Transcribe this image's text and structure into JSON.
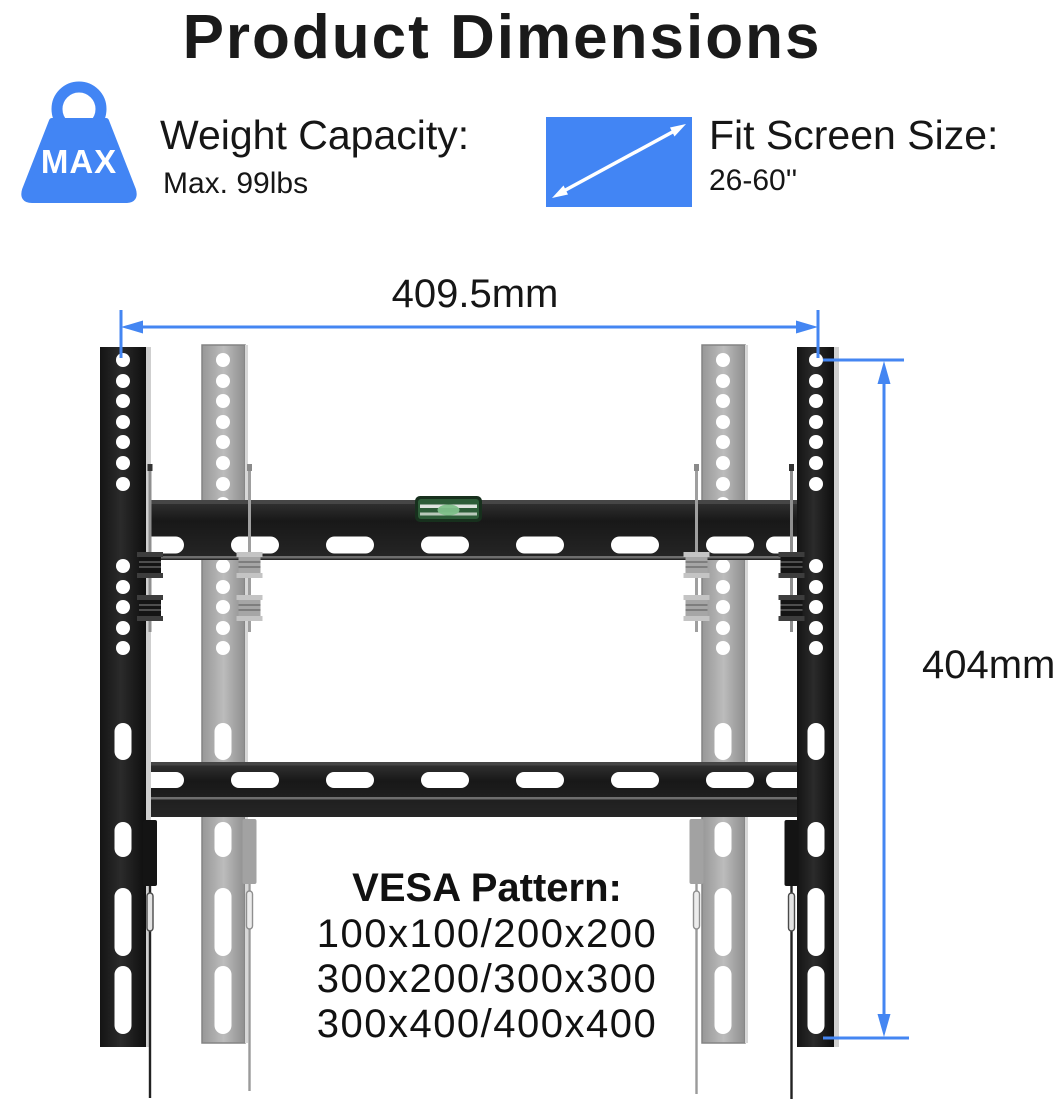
{
  "title": "Product Dimensions",
  "specs": {
    "weight": {
      "badge": "MAX",
      "label": "Weight Capacity:",
      "value": "Max. 99lbs"
    },
    "screen": {
      "label": "Fit Screen Size:",
      "value": "26-60''"
    }
  },
  "dimensions": {
    "width": "409.5mm",
    "height": "404mm"
  },
  "vesa": {
    "heading": "VESA Pattern:",
    "patterns": [
      "100x100/200x200",
      "300x200/300x300",
      "300x400/400x400"
    ]
  },
  "icons": [
    "max-weight-icon",
    "screen-diagonal-icon",
    "bubble-level"
  ],
  "colors": {
    "accent_blue": "#4285F4",
    "dimension_blue": "#4486F2",
    "bracket_black": "#1d1d1d",
    "bracket_gray": "#ababab",
    "level_green": "#2d5c38",
    "text": "#161616"
  }
}
